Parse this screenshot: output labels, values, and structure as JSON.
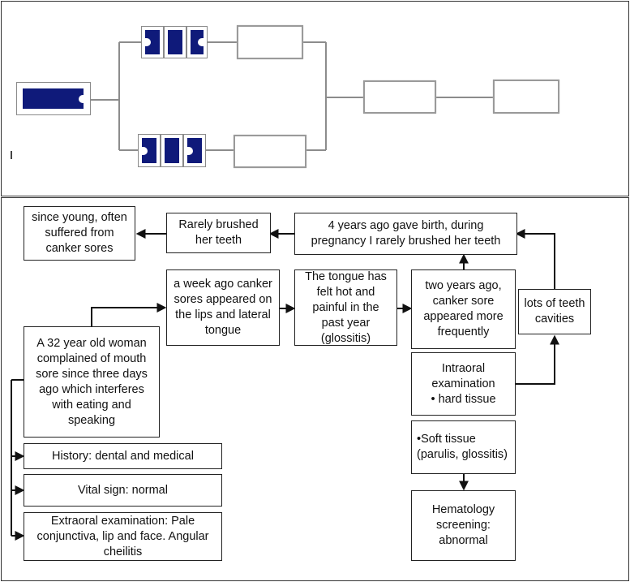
{
  "diagram": {
    "top_panel": {
      "note": "Blurred redacted flow diagram with dark placeholder blocks"
    },
    "nodes": {
      "since_young": "since young, often suffered from canker sores",
      "rarely_brushed": "Rarely brushed her teeth",
      "gave_birth": "4 years ago gave birth, during pregnancy I rarely brushed her teeth",
      "week_ago": "a week ago canker sores appeared on the lips and lateral tongue",
      "tongue_hot": "The tongue has felt hot and painful in the past year (glossitis)",
      "two_years": "two years ago, canker sore appeared more frequently",
      "teeth_cavities": "lots of teeth cavities",
      "woman_32": "A 32 year old woman complained of mouth sore since three days ago which interferes with eating and speaking",
      "intraoral_title": "Intraoral examination",
      "intraoral_bullet": "•   hard tissue",
      "soft_tissue": "•Soft tissue (parulis, glossitis)",
      "history": "History: dental and medical",
      "vital": "Vital sign: normal",
      "extraoral": "Extraoral examination: Pale conjunctiva, lip and face. Angular cheilitis",
      "hematology": "Hematology screening: abnormal"
    }
  },
  "colors": {
    "block": "#0f1a7a",
    "line": "#111111",
    "ghost_line": "#9a9a9a"
  }
}
